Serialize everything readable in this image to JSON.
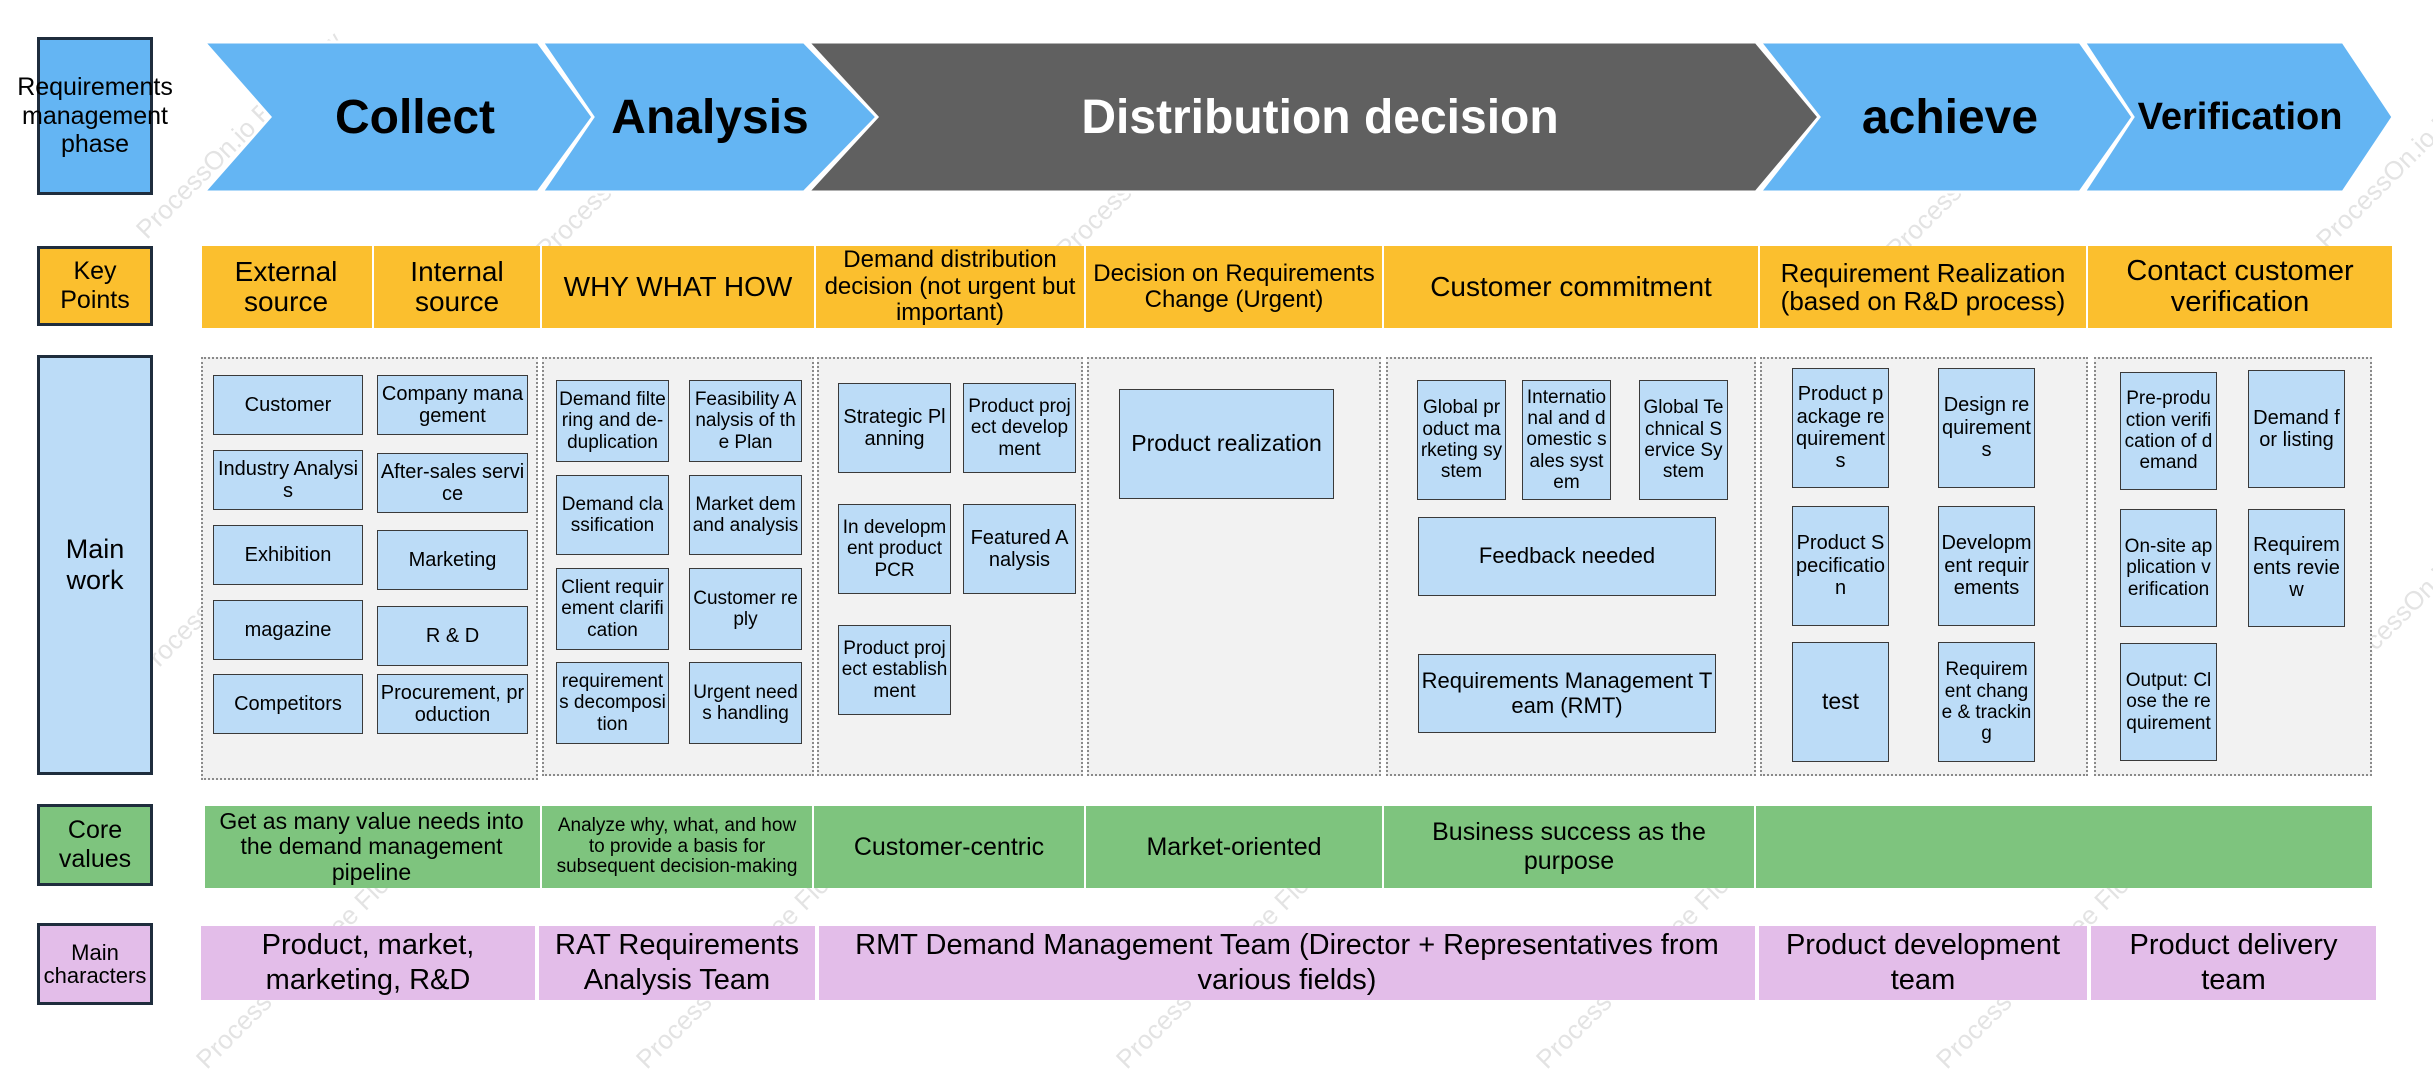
{
  "colors": {
    "phase_arrow": "#64b5f3",
    "phase_arrow_dark": "#606060",
    "key_points": "#fbbf2e",
    "main_box": "#bcdcf7",
    "core": "#7ec47e",
    "role": "#e3bde9",
    "row_label_blue": "#bcdcf7"
  },
  "watermark": "ProcessOn.io Free Flow",
  "row_labels": {
    "phase": "Requirements management phase",
    "key_points": "Key Points",
    "main_work": "Main work",
    "core_values": "Core values",
    "main_characters": "Main characters"
  },
  "phases": [
    "Collect",
    "Analysis",
    "Distribution decision",
    "achieve",
    "Verification"
  ],
  "key_points": [
    "External source",
    "Internal source",
    "WHY WHAT HOW",
    "Demand distribution decision (not urgent but important)",
    "Decision on Requirements Change (Urgent)",
    "Customer commitment",
    "Requirement Realization (based on R&D process)",
    "Contact customer verification"
  ],
  "main_work": {
    "external": [
      "Customer",
      "Industry Analysis",
      "Exhibition",
      "magazine",
      "Competitors"
    ],
    "internal": [
      "Company management",
      "After-sales service",
      "Marketing",
      "R & D",
      "Procurement, production"
    ],
    "analysis_left": [
      "Demand filtering and de-duplication",
      "Demand classification",
      "Client requirement clarification",
      "requirements decomposition"
    ],
    "analysis_right": [
      "Feasibility Analysis of the Plan",
      "Market demand analysis",
      "Customer reply",
      "Urgent needs handling"
    ],
    "distribution_left": [
      "Strategic Planning",
      "In development product PCR",
      "Product project establishment"
    ],
    "distribution_right": [
      "Product project development",
      "Featured Analysis"
    ],
    "change": [
      "Product realization"
    ],
    "commitment_small": [
      "Global product marketing system",
      "International and domestic sales system",
      "Global Technical Service System"
    ],
    "commitment_large": [
      "Feedback needed",
      "Requirements Management Team (RMT)"
    ],
    "achieve_left": [
      "Product package requirements",
      "Product Specification",
      "test"
    ],
    "achieve_right": [
      "Design requirements",
      "Development requirements",
      "Requirement change & tracking"
    ],
    "verify_left": [
      "Pre-production verification of demand",
      "On-site application verification",
      "Output: Close the requirement"
    ],
    "verify_right": [
      "Demand for listing",
      "Requirements review"
    ]
  },
  "core_values": [
    "Get as many value needs into the demand management pipeline",
    "Analyze why, what, and how to provide a basis for subsequent decision-making",
    "Customer-centric",
    "Market-oriented",
    "Business success as the purpose",
    ""
  ],
  "main_characters": [
    "Product, market, marketing, R&D",
    "RAT Requirements Analysis Team",
    "RMT Demand Management Team (Director + Representatives from various fields)",
    "Product development team",
    "Product delivery team"
  ]
}
